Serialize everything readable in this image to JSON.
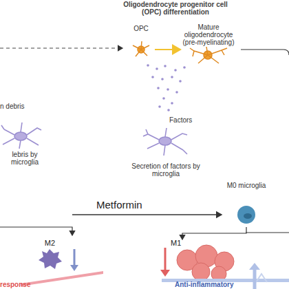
{
  "diagram": {
    "title": "Oligodendrocyte progenitor cell (OPC) differentiation",
    "nodes": [
      {
        "text": [
          "OPC"
        ]
      },
      {
        "text": [
          "Mature oligodendrocyte (pre-myelinating)"
        ]
      },
      {
        "text": [
          "M0 microglia"
        ]
      },
      {
        "text": [
          "M1"
        ]
      },
      {
        "text": [
          "M2"
        ]
      }
    ],
    "edges": [
      {
        "from": 0,
        "to": 1,
        "arrow": "to"
      },
      {
        "from": 2,
        "to": 3,
        "arrow": "to"
      }
    ],
    "labels": [
      "n debris",
      "lebris by microglia",
      "Factors",
      "Secretion of factors by microglia",
      "Metformin",
      "response",
      "Anti-inflammatory"
    ]
  }
}
